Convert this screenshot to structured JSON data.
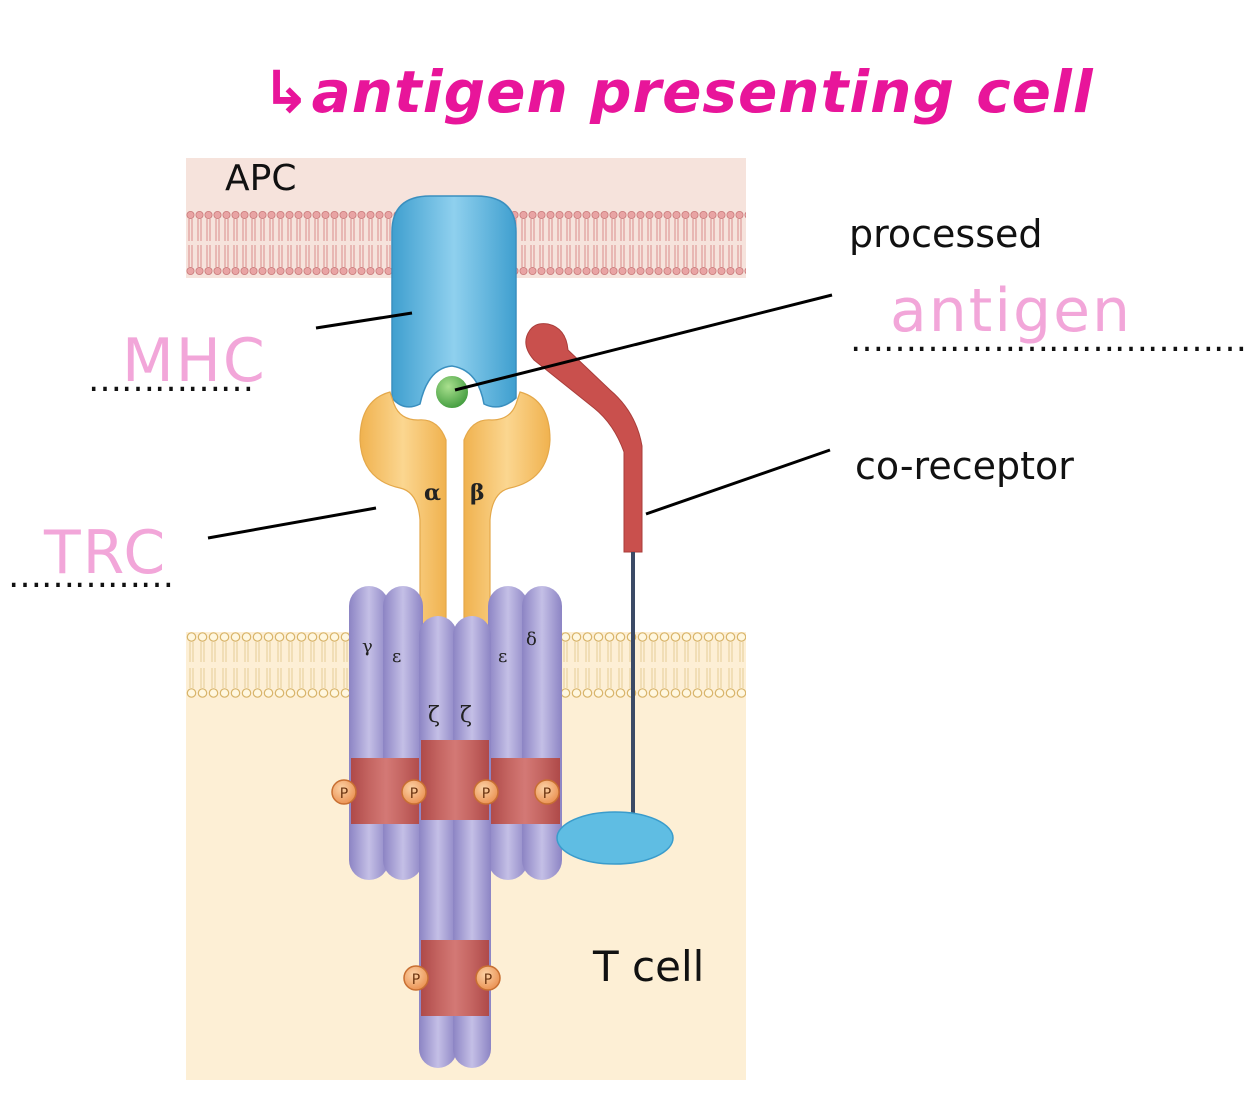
{
  "annotations": {
    "title_handwritten": "↳antigen presenting cell",
    "mhc_handwritten": "MHC",
    "trc_handwritten": "TRC",
    "antigen_handwritten": "antigen"
  },
  "labels": {
    "apc": "APC",
    "processed": "processed",
    "co_receptor": "co-receptor",
    "t_cell": "T cell"
  },
  "blanks": {
    "mhc_blank": "……………",
    "trc_blank": "……………",
    "antigen_blank": "………………………………"
  },
  "chain_labels": {
    "alpha": "α",
    "beta": "β",
    "gamma": "γ",
    "epsilon_left": "ε",
    "epsilon_right": "ε",
    "delta": "δ",
    "zeta_left": "ζ",
    "zeta_right": "ζ"
  },
  "phospho_label": "P",
  "colors": {
    "annotation_pink": "#e8159a",
    "annotation_light_pink": "#f2a6d9",
    "apc_background": "#f6e3dc",
    "tcell_background": "#fdefd5",
    "mhc_blue": "#5fb6dd",
    "antigen_green": "#5fb35a",
    "tcr_yellow": "#f6c36a",
    "cd3_purple": "#a9a1d6",
    "itam_red": "#c95a52",
    "co_receptor_red": "#c9504d",
    "phosphate_orange": "#f2a768"
  }
}
